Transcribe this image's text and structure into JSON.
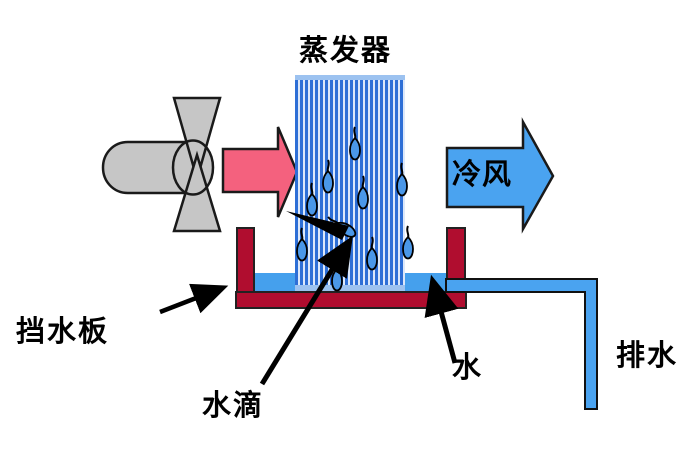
{
  "figure": {
    "title": "evaporator-airflow-diagram",
    "labels": {
      "evaporator": "蒸发器",
      "cold_air": "冷风",
      "water_baffle": "挡水板",
      "water_droplet": "水滴",
      "water": "水",
      "drain": "排水"
    },
    "colors": {
      "fan_gray": "#c6c6c6",
      "warm_arrow_pink": "#f4617e",
      "cold_arrow_blue": "#4aa3f0",
      "fin_blue": "#2e6fd6",
      "fin_light": "#dce8fa",
      "fin_band": "#9cc2f0",
      "pan_red": "#b00d2f",
      "water_blue": "#45a0ed",
      "droplet_blue": "#4a97e8",
      "outline": "#1a1a1a"
    }
  }
}
